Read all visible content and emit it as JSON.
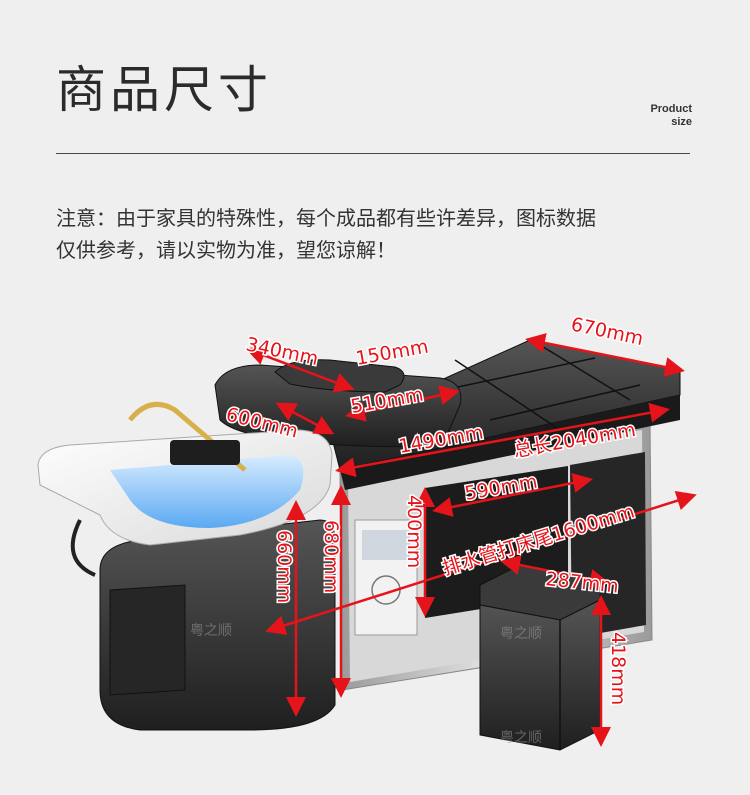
{
  "header": {
    "title": "商品尺寸",
    "tag_line1": "Product",
    "tag_line2": "size"
  },
  "notice": {
    "line1": "注意：由于家具的特殊性，每个成品都有些许差异，图标数据",
    "line2": "仅供参考，请以实物为准，望您谅解！"
  },
  "dimensions": {
    "headrest_length": "340mm",
    "headrest_width": "150mm",
    "bed_width": "670mm",
    "pillow_length": "510mm",
    "basin_width": "600mm",
    "bed_length": "1490mm",
    "total_length": "总长2040mm",
    "cabinet_width": "590mm",
    "drain_length": "排水管打床尾1600mm",
    "stool_width": "287mm",
    "basin_height": "660mm",
    "bed_height": "680mm",
    "cabinet_height": "400mm",
    "stool_height": "418mm"
  },
  "watermark": {
    "brand": "粤之顺"
  },
  "colors": {
    "dimension_red": "#e5141b",
    "leather": "#2e2e2e",
    "basin_white": "#f4f4f4",
    "frame_silver": "#c9c9c9"
  }
}
